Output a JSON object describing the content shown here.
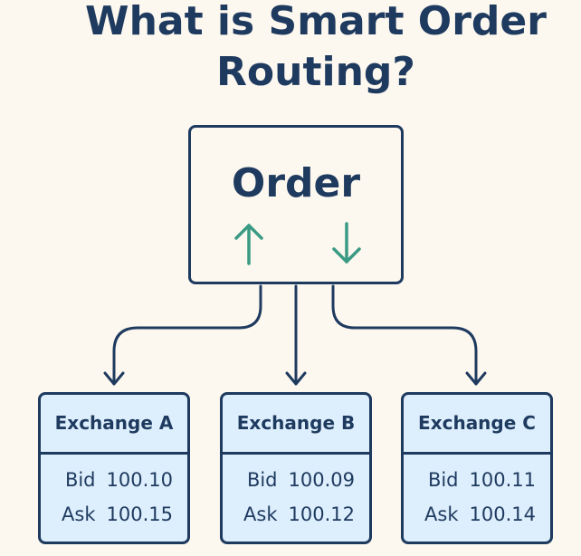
{
  "title": {
    "line1": "What is Smart Order",
    "line2": "Routing?"
  },
  "order": {
    "label": "Order",
    "icons": [
      "arrow-up-icon",
      "arrow-down-icon"
    ]
  },
  "exchanges": [
    {
      "name": "Exchange A",
      "bid_label": "Bid",
      "bid": "100.10",
      "ask_label": "Ask",
      "ask": "100.15"
    },
    {
      "name": "Exchange B",
      "bid_label": "Bid",
      "bid": "100.09",
      "ask_label": "Ask",
      "ask": "100.12"
    },
    {
      "name": "Exchange C",
      "bid_label": "Bid",
      "bid": "100.11",
      "ask_label": "Ask",
      "ask": "100.14"
    }
  ],
  "colors": {
    "background": "#fdf8ef",
    "primary": "#1e3a5f",
    "accent": "#3a9a84",
    "exchange_fill": "#ddeefc"
  }
}
